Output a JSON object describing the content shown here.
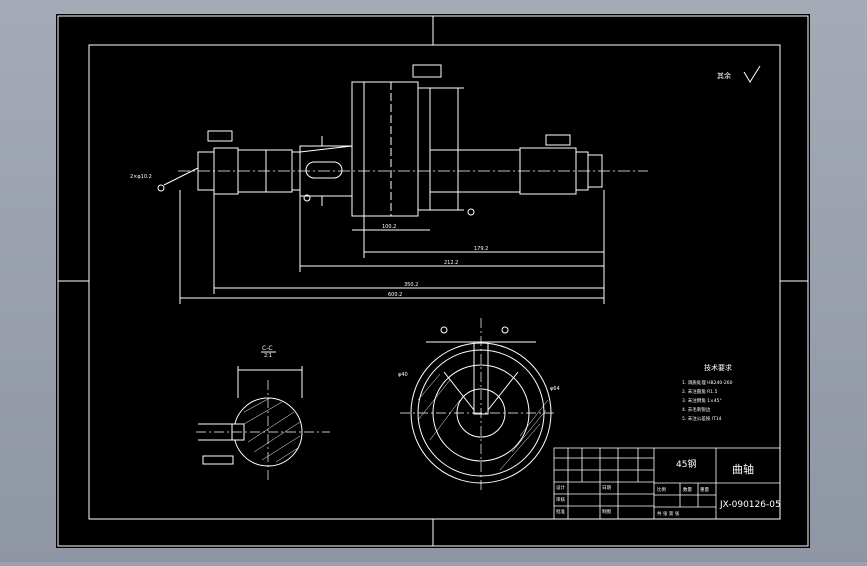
{
  "drawing": {
    "background": "#000000",
    "line_color": "#ffffff",
    "viewport_color": "#9aa1ad",
    "part_name": "曲轴",
    "drawing_number": "JX-090126-05",
    "material": "45钢",
    "roughness_note": "其余",
    "tech_title": "技术要求",
    "tech_lines": [
      "1. 调质处理 HB240-260",
      "2. 未注圆角 R1.5",
      "3. 未注倒角 1×45°",
      "4. 去毛刺锐边",
      "5. 未注公差按 IT14"
    ],
    "section_label": "C-C",
    "section_scale": "2:1",
    "dims": {
      "d1": "600.2",
      "d2": "350.2",
      "d3": "212.2",
      "d4": "179.2",
      "d5": "100.2",
      "d6": "φ64",
      "d7": "φ40",
      "d8": "2×φ10.2"
    }
  },
  "title_block": {
    "label_scale": "比例",
    "label_qty": "数量",
    "label_weight": "重量",
    "label_design": "设计",
    "label_check": "审核",
    "label_date": "日期",
    "label_drawn": "制图",
    "label_approve": "批准",
    "label_sheet": "共 张 第 张"
  }
}
